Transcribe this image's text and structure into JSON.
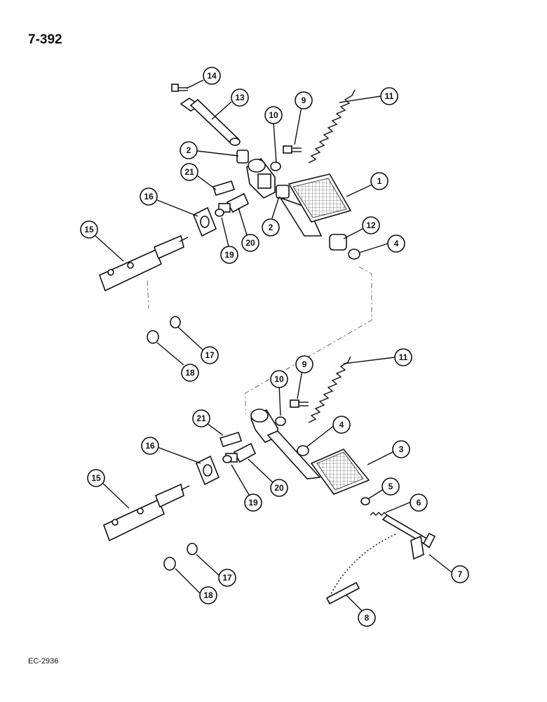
{
  "page": {
    "number": "7-392",
    "code": "EC-2936"
  },
  "callouts": [
    "14",
    "13",
    "10",
    "9",
    "11",
    "2",
    "21",
    "16",
    "1",
    "2",
    "20",
    "19",
    "12",
    "4",
    "15",
    "17",
    "18",
    "11",
    "9",
    "10",
    "21",
    "4",
    "16",
    "3",
    "15",
    "20",
    "19",
    "5",
    "6",
    "7",
    "17",
    "18",
    "8"
  ]
}
